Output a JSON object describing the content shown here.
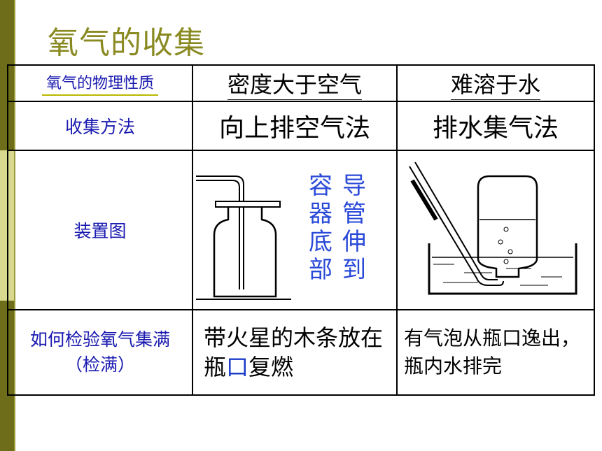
{
  "title": "氧气的收集",
  "table": {
    "row_labels": {
      "properties": "氧气的物理性质",
      "method": "收集方法",
      "apparatus": "装置图",
      "check": "如何检验氧气集满（检满）"
    },
    "col1": {
      "property": "密度大于空气",
      "method": "向上排空气法",
      "check_before_blue": "带火星的木条放在瓶",
      "check_blue": "口",
      "check_after_blue": "复燃"
    },
    "col2": {
      "property": "难溶于水",
      "method": "排水集气法",
      "check": "有气泡从瓶口逸出，瓶内水排完"
    },
    "note_col_right": "导管伸到",
    "note_col_left": "容器底部"
  },
  "colors": {
    "title": "#8a8a22",
    "label_blue": "#1a1ab0",
    "note_blue": "#2a4ad8",
    "side_bar": "#6e6e1a"
  }
}
